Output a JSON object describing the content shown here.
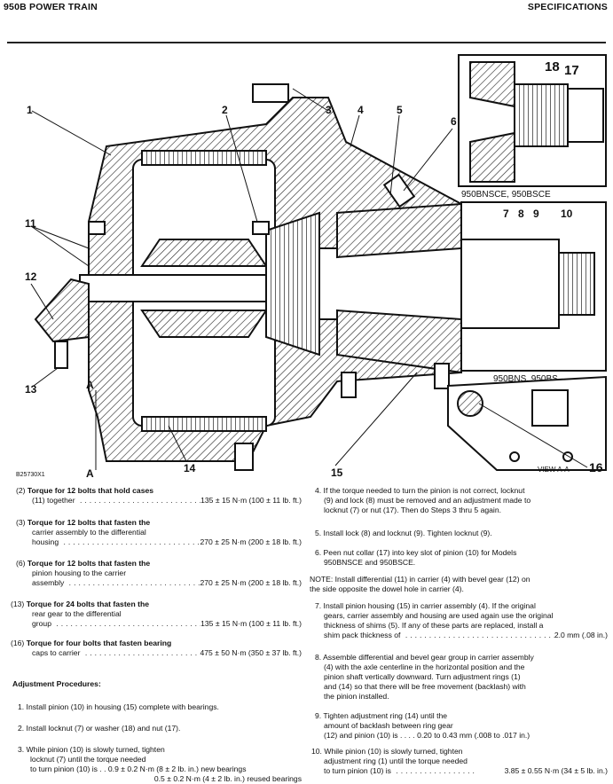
{
  "header": {
    "left": "950B POWER TRAIN",
    "right": "SPECIFICATIONS"
  },
  "figure": {
    "callouts": [
      "1",
      "2",
      "3",
      "4",
      "5",
      "6",
      "18",
      "17",
      "7",
      "8",
      "9",
      "10",
      "11",
      "12",
      "13",
      "14",
      "15",
      "16",
      "A",
      "A"
    ],
    "inset_top_caption": "950BNSCE, 950BSCE",
    "inset_mid_caption": "950BNS, 950BS",
    "view_caption": "VIEW A-A",
    "figure_id": "B25730X1"
  },
  "torques": [
    {
      "num": "(2)",
      "lines": [
        "Torque for 12 bolts that hold cases"
      ],
      "last": "(11) together",
      "value": "135 ± 15 N·m (100 ± 11 lb. ft.)"
    },
    {
      "num": "(3)",
      "lines": [
        "Torque for 12 bolts that fasten the",
        "carrier assembly to the differential"
      ],
      "last": "housing",
      "value": "270 ± 25 N·m (200 ± 18 lb. ft.)"
    },
    {
      "num": "(6)",
      "lines": [
        "Torque for 12 bolts that fasten the",
        "pinion housing to the carrier"
      ],
      "last": "assembly",
      "value": "270 ± 25 N·m (200 ± 18 lb. ft.)"
    },
    {
      "num": "(13)",
      "lines": [
        "Torque for 24 bolts that fasten the",
        "rear gear to the differential"
      ],
      "last": "group",
      "value": "135 ± 15 N·m (100 ± 11 lb. ft.)"
    },
    {
      "num": "(16)",
      "lines": [
        "Torque for four bolts that fasten bearing"
      ],
      "last": "caps to carrier",
      "value": "475 ± 50 N·m (350 ± 37 lb. ft.)"
    }
  ],
  "adjustment": {
    "heading": "Adjustment Procedures:",
    "step1": "1. Install pinion (10) in housing (15) complete with bearings.",
    "step2": "2. Install locknut (7) or washer (18) and nut (17).",
    "step3": {
      "lines": [
        "3. While pinion (10) is slowly turned, tighten",
        "locknut (7) until the torque needed"
      ],
      "last": "to turn pinion (10) is . .",
      "value_new": "0.9 ± 0.2 N·m (8 ± 2 lb. in.) new bearings",
      "value_reused": "0.5 ± 0.2 N·m (4 ± 2 lb. in.) reused bearings"
    },
    "step4": [
      "4. If the torque needed to turn the pinion is not correct, locknut",
      "(9) and lock (8) must be removed and an adjustment made to",
      "locknut (7) or nut (17). Then do Steps 3 thru 5 again."
    ],
    "step5": "5. Install lock (8) and locknut (9). Tighten locknut (9).",
    "step6": [
      "6. Peen nut collar (17) into key slot of pinion (10) for Models",
      "950BNSCE and 950BSCE."
    ],
    "note": [
      "NOTE: Install differential (11) in carrier (4) with bevel gear (12) on",
      "the side opposite the dowel hole in carrier (4)."
    ],
    "step7": {
      "lines": [
        "7. Install pinion housing (15) in carrier assembly (4). If the original",
        "gears, carrier assembly and housing are used again use the original",
        "thickness of shims (5). If any of these parts are replaced, install a"
      ],
      "last": "shim pack thickness of",
      "value": "2.0 mm (.08 in.)"
    },
    "step8": [
      "8. Assemble differential and bevel gear group in carrier assembly",
      "(4) with the axle centerline in the horizontal position and the",
      "pinion shaft vertically downward. Turn adjustment rings (1)",
      "and (14) so that there will be free movement (backlash) with",
      "the pinion installed."
    ],
    "step9": {
      "lines": [
        "9. Tighten adjustment ring (14) until the",
        "amount of backlash between ring gear"
      ],
      "last": "(12) and pinion (10) is . . . .",
      "value": "0.20 to 0.43 mm (.008 to .017 in.)"
    },
    "step10": {
      "lines": [
        "10. While pinion (10) is slowly turned, tighten",
        "adjustment ring (1) until the torque needed"
      ],
      "last": "to turn pinion (10) is",
      "value": "3.85 ± 0.55 N·m (34 ± 5 lb. in.)"
    }
  }
}
